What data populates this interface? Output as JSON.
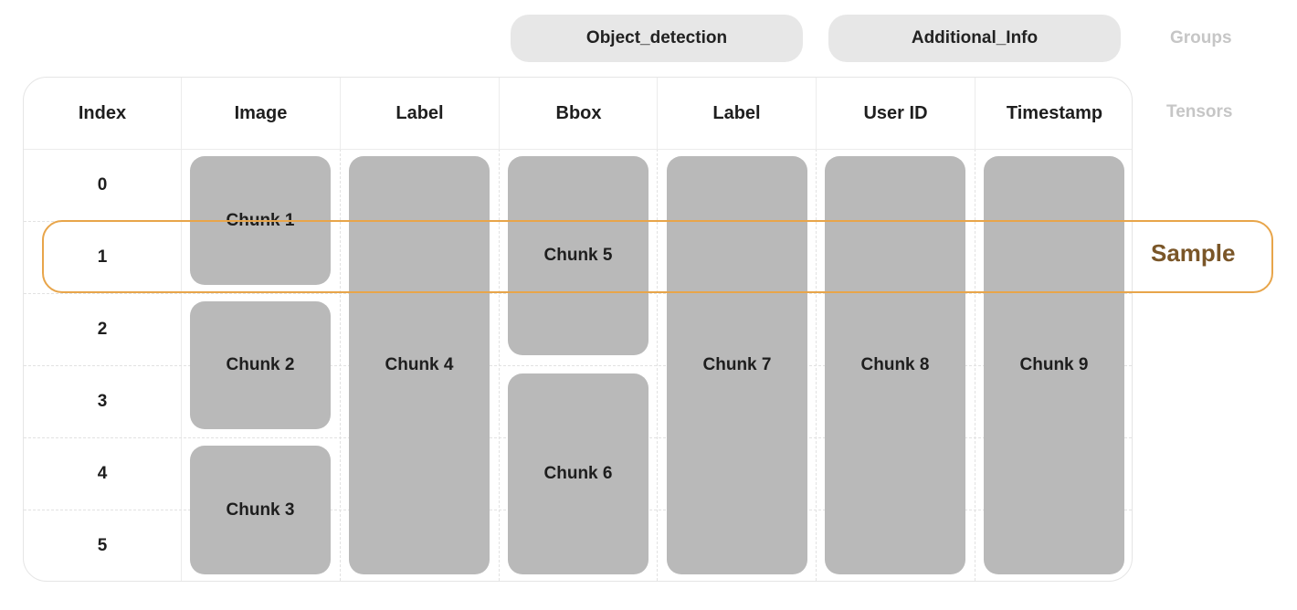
{
  "groups": [
    "Object_detection",
    "Additional_Info"
  ],
  "groups_label": "Groups",
  "tensors_label": "Tensors",
  "columns": [
    "Index",
    "Image",
    "Label",
    "Bbox",
    "Label",
    "User ID",
    "Timestamp"
  ],
  "rows": [
    "0",
    "1",
    "2",
    "3",
    "4",
    "5"
  ],
  "chunks": [
    "Chunk 1",
    "Chunk 2",
    "Chunk 3",
    "Chunk 4",
    "Chunk 5",
    "Chunk 6",
    "Chunk 7",
    "Chunk 8",
    "Chunk 9"
  ],
  "sample_label": "Sample",
  "colors": {
    "chunk_fill": "#b9b9b9",
    "group_pill": "#e7e7e7",
    "sample_border": "#e8a54a",
    "sample_text": "#7a5628",
    "muted_label": "#c6c6c6"
  }
}
